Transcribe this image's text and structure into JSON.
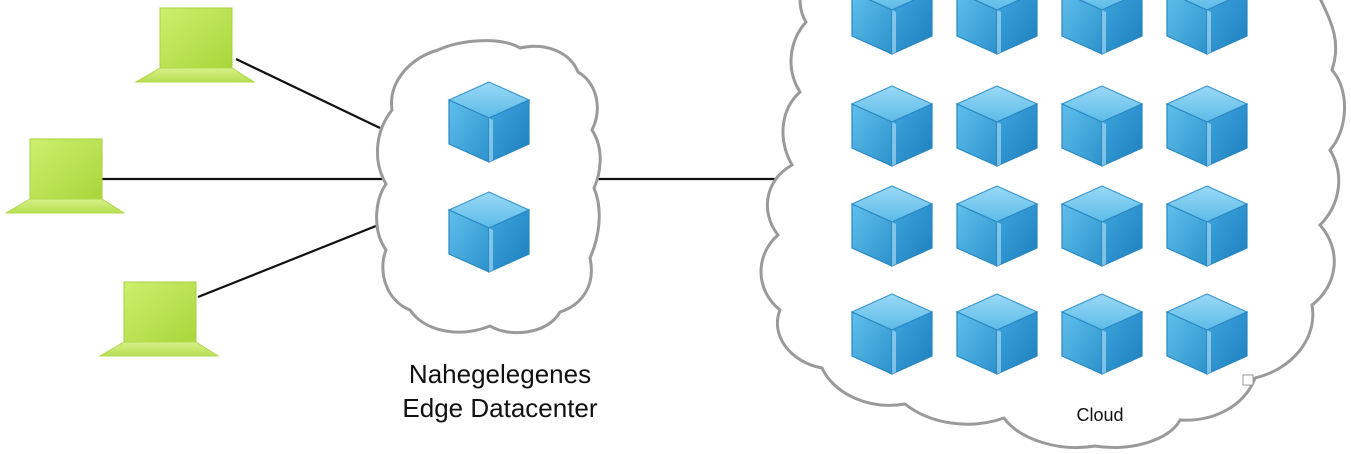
{
  "labels": {
    "edge_line1": "Nahegelegenes",
    "edge_line2": "Edge Datacenter",
    "cloud": "Cloud"
  },
  "colors": {
    "laptop": "#b7e04a",
    "cube": "#3aa7e0",
    "cloud_fill": "#ffffff",
    "cloud_stroke": "#9a9a9a",
    "connector": "#111111"
  },
  "icons": {
    "client": "laptop-icon",
    "server": "cube-icon",
    "network": "cloud-icon"
  }
}
